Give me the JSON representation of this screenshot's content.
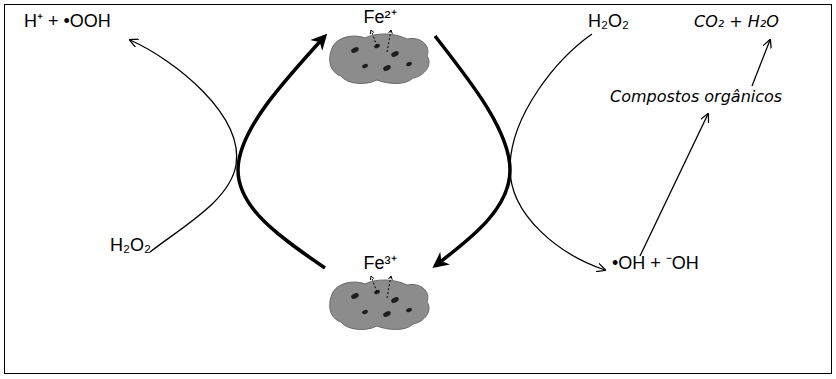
{
  "diagram": {
    "nodes": [
      {
        "text": [
          "Fe²⁺"
        ]
      },
      {
        "text": [
          "Fe³⁺"
        ]
      }
    ],
    "edges": [
      {
        "from": 0,
        "to": 1,
        "arrow": "to"
      },
      {
        "from": 1,
        "to": 0,
        "arrow": "to"
      }
    ],
    "labels": [
      "H⁺ + •OOH",
      "H₂O₂",
      "CO₂ + H₂O",
      "Compostos orgânicos",
      "•OH + ⁻OH",
      "H₂O₂"
    ]
  }
}
